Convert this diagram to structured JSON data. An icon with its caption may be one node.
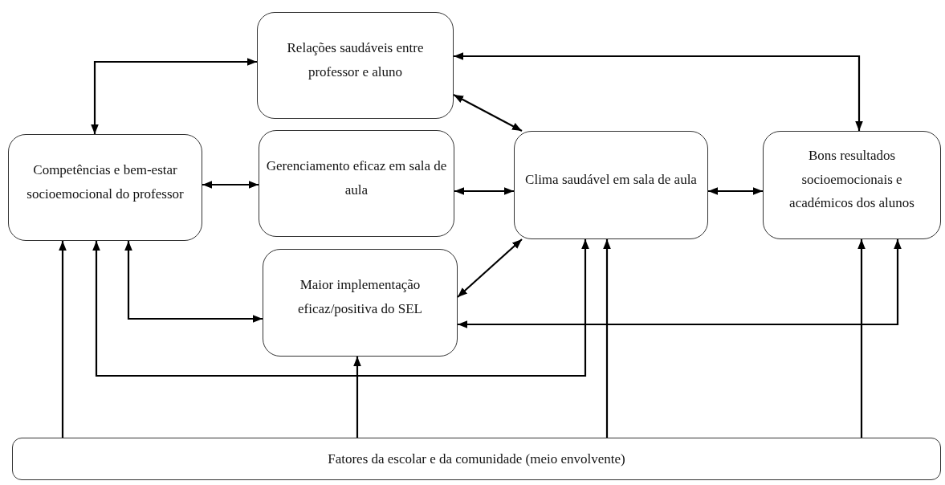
{
  "diagram": {
    "nodes": [
      {
        "text": [
          "Relações saudáveis entre professor e aluno"
        ]
      },
      {
        "text": [
          "Competências e bem-estar socioemocional do professor"
        ]
      },
      {
        "text": [
          "Gerenciamento eficaz em sala de aula"
        ]
      },
      {
        "text": [
          "Clima saudável em sala de aula"
        ]
      },
      {
        "text": [
          "Bons resultados socioemocionais e académicos dos alunos"
        ]
      },
      {
        "text": [
          "Maior implementação eficaz/positiva do SEL"
        ]
      },
      {
        "text": [
          "Fatores da escolar e da comunidade (meio envolvente)"
        ]
      }
    ],
    "edges": [
      {
        "from": 1,
        "to": 0,
        "arrow": "both"
      },
      {
        "from": 4,
        "to": 0,
        "arrow": "both"
      },
      {
        "from": 0,
        "to": 3,
        "arrow": "both"
      },
      {
        "from": 1,
        "to": 2,
        "arrow": "both"
      },
      {
        "from": 2,
        "to": 3,
        "arrow": "both"
      },
      {
        "from": 3,
        "to": 4,
        "arrow": "both"
      },
      {
        "from": 5,
        "to": 3,
        "arrow": "both"
      },
      {
        "from": 1,
        "to": 5,
        "arrow": "both"
      },
      {
        "from": 4,
        "to": 5,
        "arrow": "both"
      },
      {
        "from": 1,
        "to": 3,
        "arrow": "both"
      },
      {
        "from": 6,
        "to": 1,
        "arrow": "to"
      },
      {
        "from": 6,
        "to": 5,
        "arrow": "to"
      },
      {
        "from": 6,
        "to": 3,
        "arrow": "to"
      },
      {
        "from": 6,
        "to": 4,
        "arrow": "to"
      }
    ]
  }
}
